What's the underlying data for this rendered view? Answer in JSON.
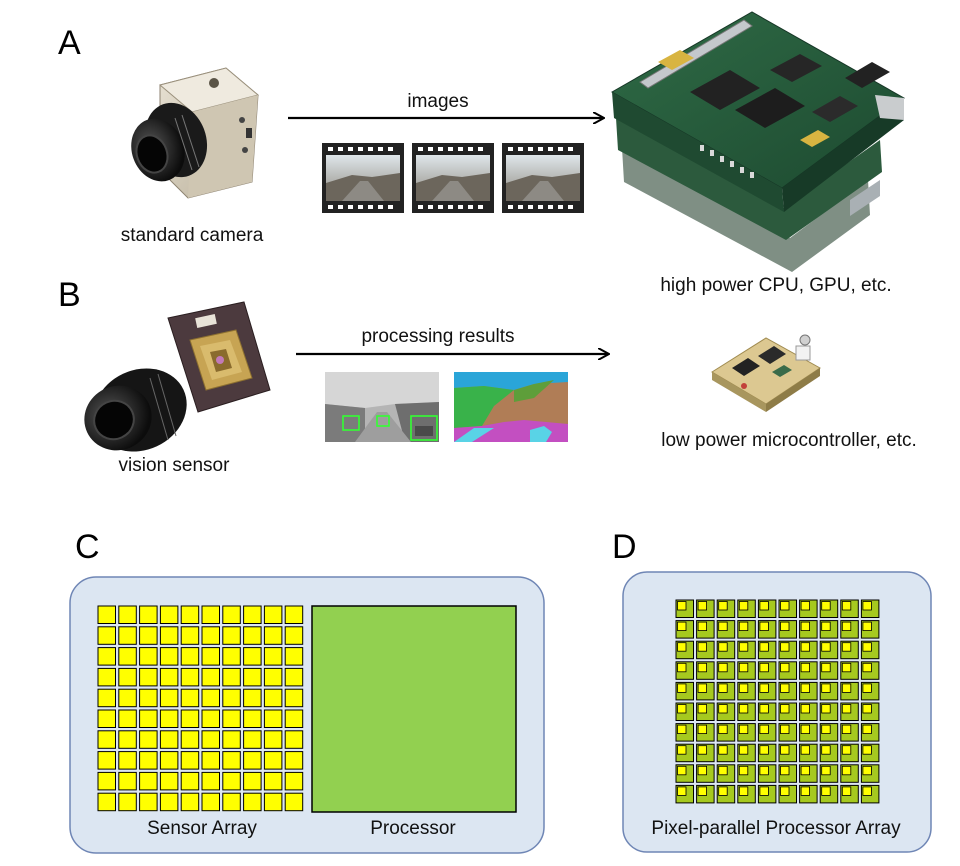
{
  "panels": {
    "a": {
      "letter": "A",
      "camera_label": "standard camera",
      "arrow_label": "images",
      "processor_label": "high power CPU, GPU, etc."
    },
    "b": {
      "letter": "B",
      "sensor_label": "vision sensor",
      "arrow_label": "processing results",
      "processor_label": "low power microcontroller, etc."
    },
    "c": {
      "letter": "C",
      "left_label": "Sensor Array",
      "right_label": "Processor"
    },
    "d": {
      "letter": "D",
      "label": "Pixel-parallel Processor Array"
    }
  },
  "grids": {
    "sensor_array": {
      "rows": 10,
      "cols": 10
    },
    "processor_array": {
      "rows": 10,
      "cols": 10
    }
  },
  "colors": {
    "panel_bg": "#dce6f2",
    "panel_border": "#6f86b5",
    "sensor_cell": "#ffff00",
    "processor_fill": "#92d050",
    "pp_cell": "#a6c91f",
    "pp_inner": "#ffff00",
    "outline": "#000000"
  },
  "icons": {
    "camera": "camera-icon",
    "cpu_board": "circuit-board-icon",
    "vision_sensor": "vision-sensor-icon",
    "microcontroller": "microcontroller-icon",
    "film": "film-strip-icon"
  }
}
